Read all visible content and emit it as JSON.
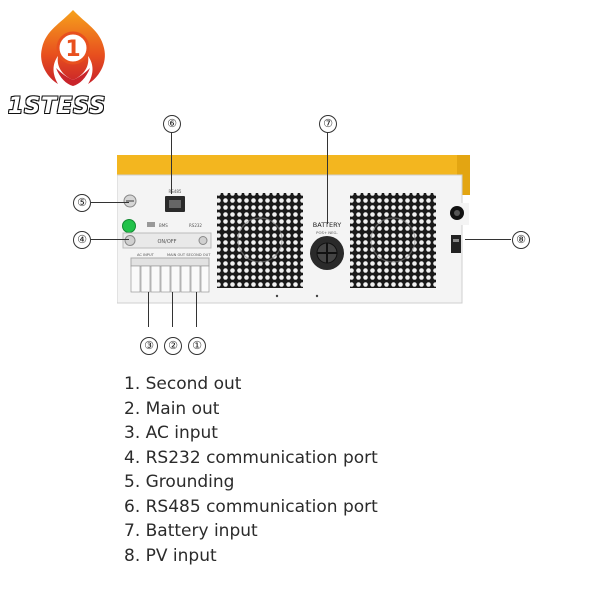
{
  "brand": {
    "logo_text": "1STESS",
    "logo_mark_glyph": "1",
    "colors": {
      "flame_orange": "#e8501e",
      "flame_red": "#c9242a",
      "flame_yellow": "#f6a21c"
    }
  },
  "device": {
    "colors": {
      "casing_yellow": "#f3b61f",
      "panel_white": "#f4f4f4",
      "fan_black": "#1a1a1a",
      "indicator_green": "#22c24a"
    },
    "battery_label": "BATTERY",
    "battery_sub_label": "POS+   NEG-",
    "rs485_label": "RS485",
    "rs232_label": "BMS / RS232",
    "switch_labels": [
      "ON/OFF",
      "BMS"
    ],
    "terminal_labels": [
      "AC INPUT",
      "MAIN OUT  SECOND OUT"
    ]
  },
  "callouts": [
    "①",
    "②",
    "③",
    "④",
    "⑤",
    "⑥",
    "⑦",
    "⑧"
  ],
  "legend": [
    "1. Second out",
    "2. Main out",
    "3. AC input",
    "4. RS232 communication port",
    "5. Grounding",
    "6. RS485 communication port",
    "7. Battery input",
    "8. PV input"
  ]
}
